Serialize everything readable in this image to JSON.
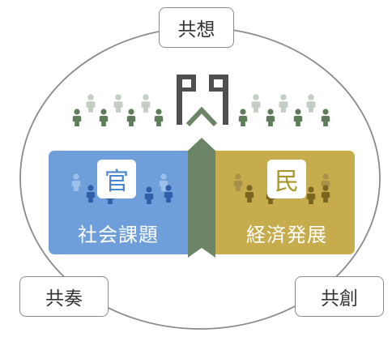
{
  "labels": {
    "top": "共想",
    "bottom_left": "共奏",
    "bottom_right": "共創"
  },
  "panels": {
    "left": {
      "tile_char": "官",
      "caption": "社会課題"
    },
    "right": {
      "tile_char": "民",
      "caption": "経済発展"
    }
  },
  "colors": {
    "left_panel": "#6f9fdb",
    "right_panel": "#c7ac4e",
    "center_strip": "#6b8566",
    "figure_dark": "#5f7d5b",
    "figure_light": "#c5cec4",
    "blue_figure": "#2f5fa8",
    "blue_figure_light": "#9cc0ea",
    "gold_figure": "#7a6520",
    "gold_figure_light": "#a99048",
    "logo": "#4f4f4f",
    "ellipse": "#8a8a8a"
  },
  "icons": {
    "logo": "gate-logo-icon",
    "people": "person-icon"
  }
}
